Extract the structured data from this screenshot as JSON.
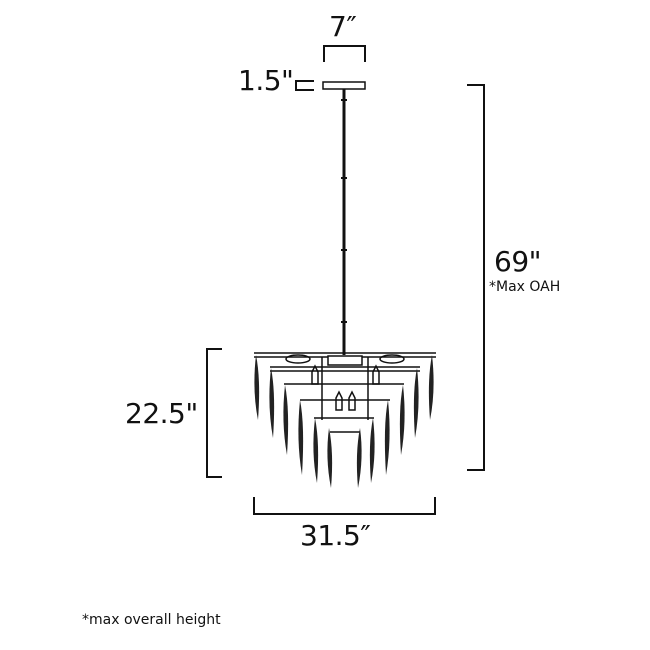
{
  "dimensions": {
    "canopy_width": "7″",
    "canopy_height": "1.5\"",
    "overall_height": "69\"",
    "overall_height_note": "*Max OAH",
    "fixture_height": "22.5\"",
    "fixture_width": "31.5″"
  },
  "footnote": "*max overall height",
  "colors": {
    "line": "#111111",
    "background": "#ffffff"
  }
}
